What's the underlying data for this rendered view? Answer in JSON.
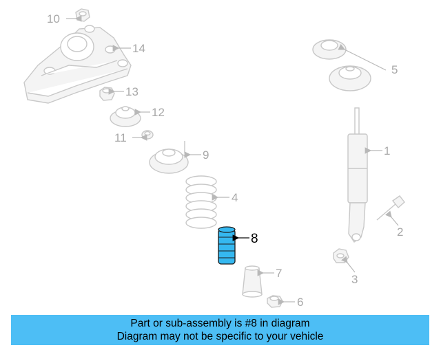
{
  "callouts": {
    "c1": "1",
    "c2": "2",
    "c3": "3",
    "c4": "4",
    "c5": "5",
    "c6": "6",
    "c7": "7",
    "c8": "8",
    "c9": "9",
    "c10": "10",
    "c11": "11",
    "c12": "12",
    "c13": "13",
    "c14": "14"
  },
  "highlighted_part": "8",
  "highlight_color": "#35b8f0",
  "banner": {
    "line1": "Part or sub-assembly is #8 in diagram",
    "line2": "Diagram may not be specific to your vehicle",
    "background": "#4dbef5"
  }
}
